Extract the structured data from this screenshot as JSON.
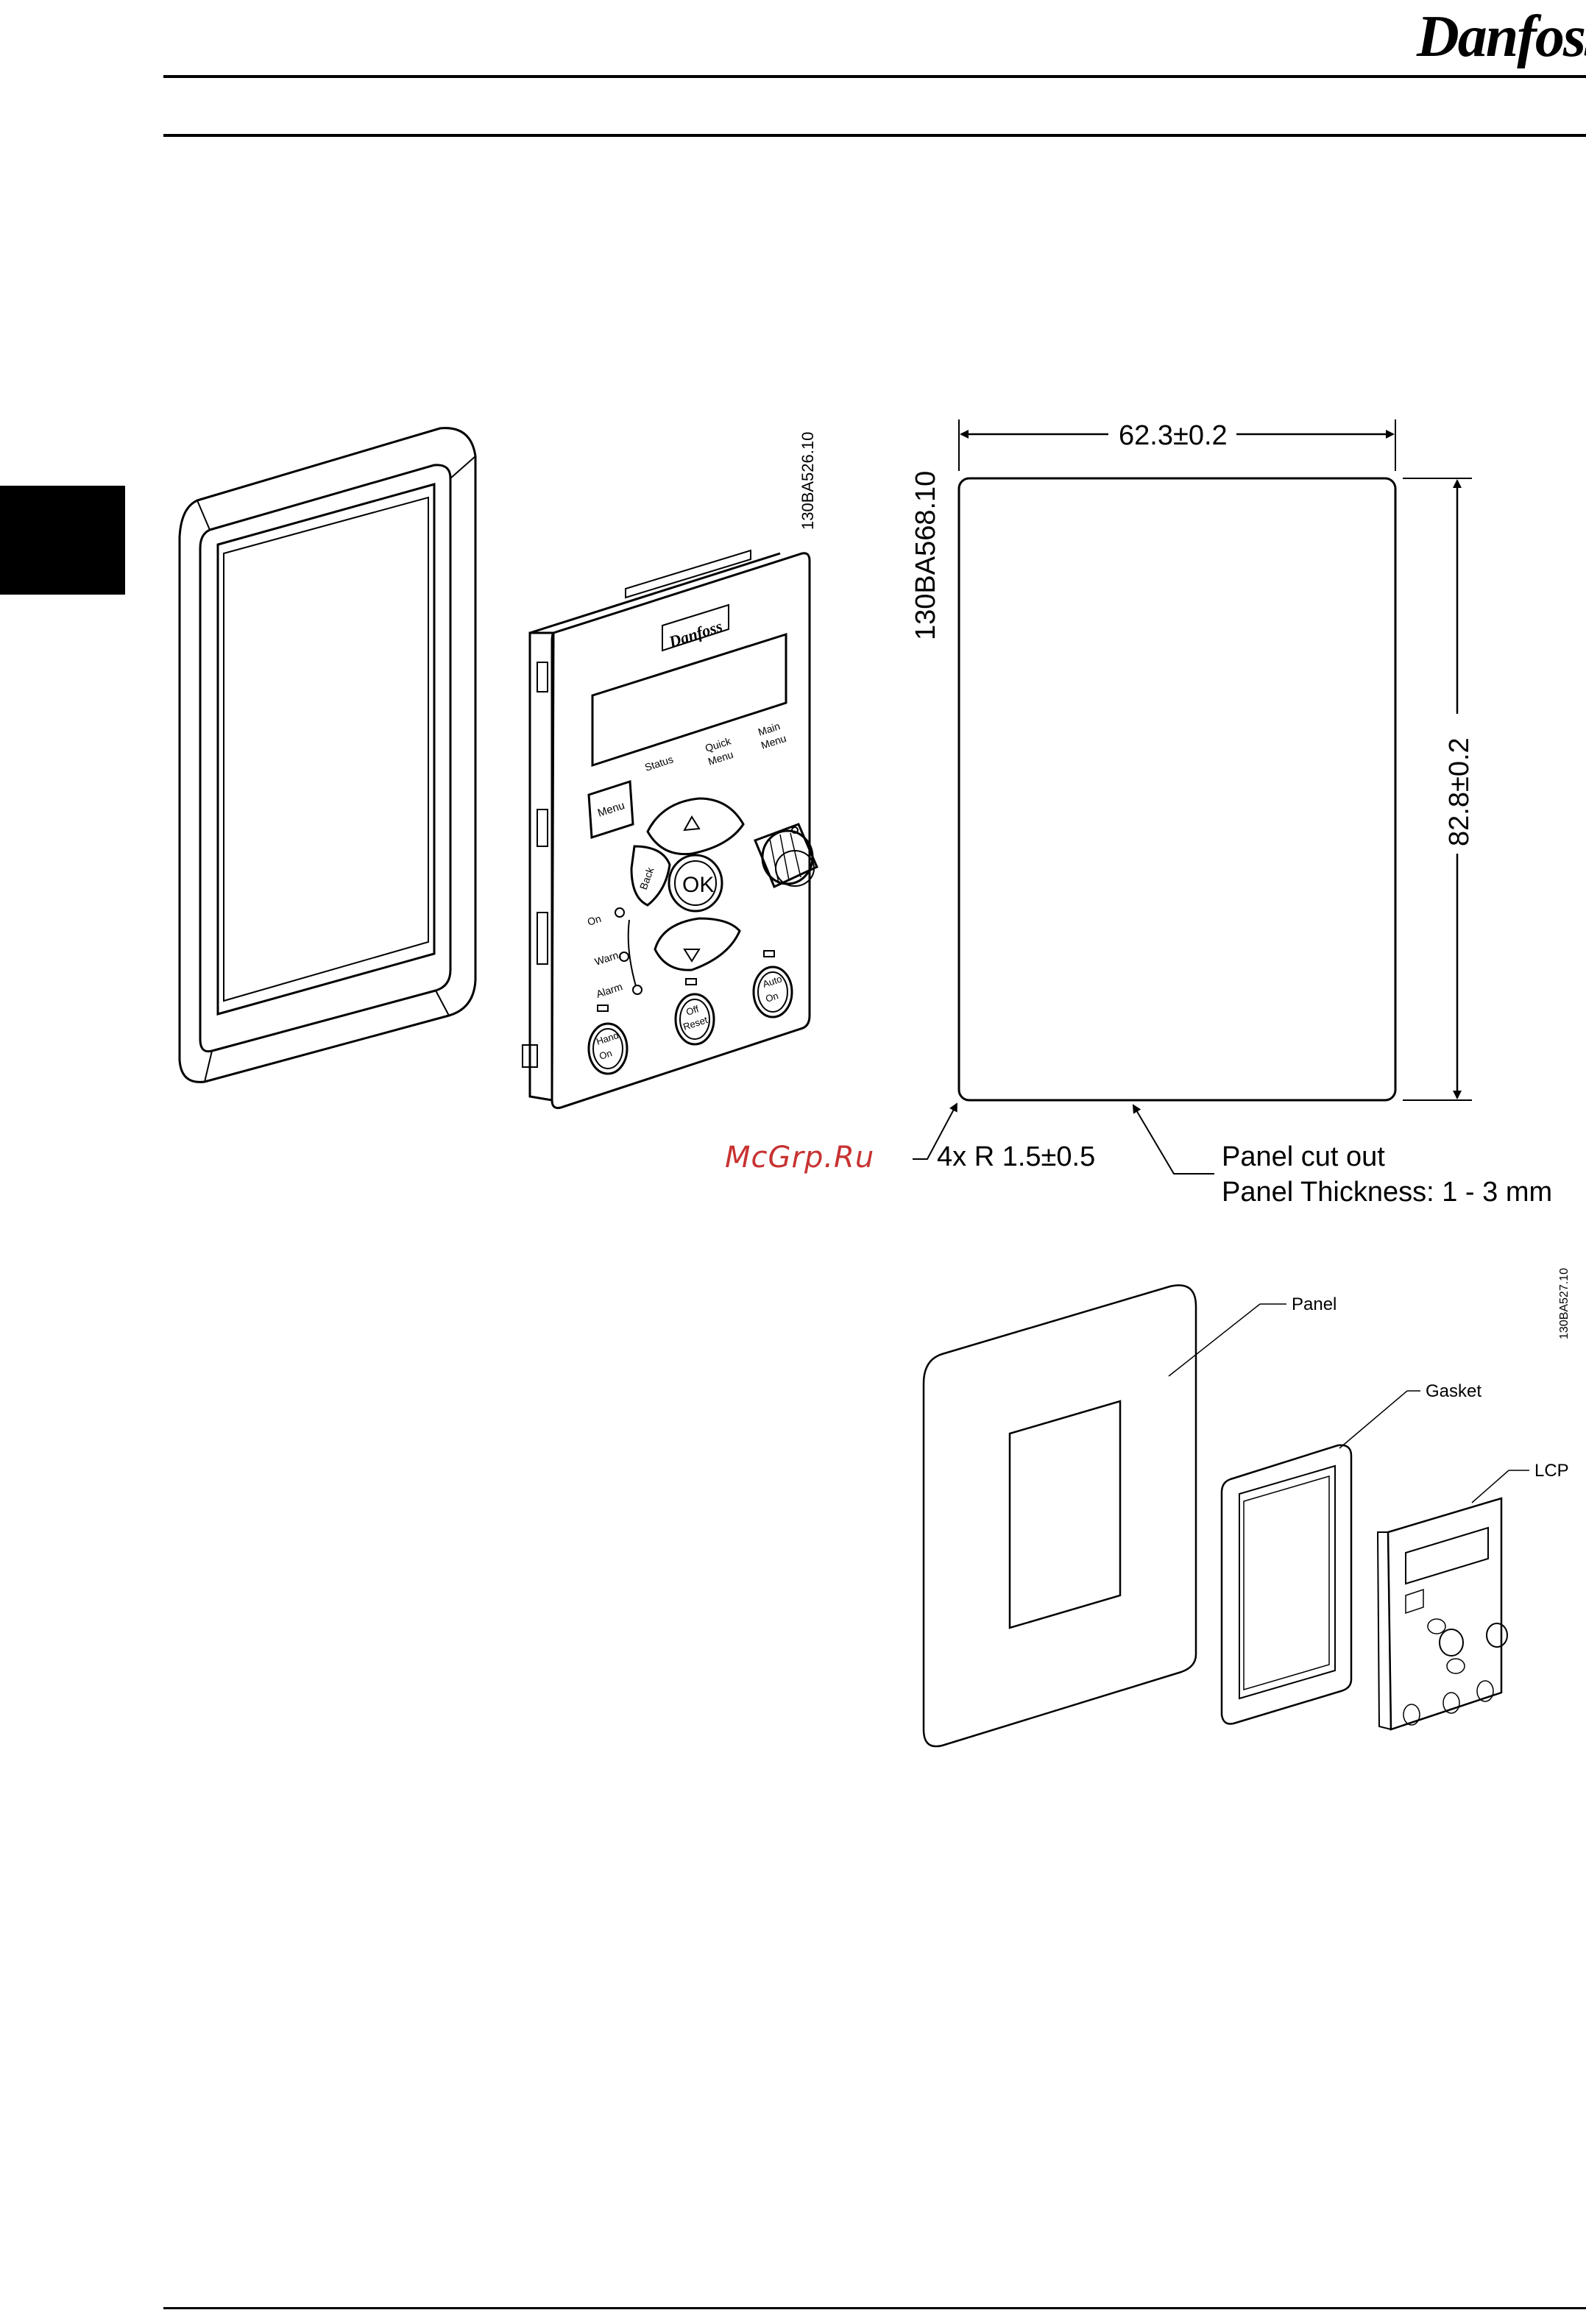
{
  "header": {
    "brand": "Danfoss"
  },
  "watermark": "McGrp.Ru",
  "fig1": {
    "code": "130BA526.10",
    "lcp": {
      "brand": "Danfoss",
      "soft_keys": [
        "Status",
        "Quick",
        "Menu",
        "Main",
        "Menu"
      ],
      "menu_key": "Menu",
      "back_key": "Back",
      "ok_key": "OK",
      "leds": [
        "On",
        "Warn.",
        "Alarm"
      ],
      "hand_key": [
        "Hand",
        "On"
      ],
      "off_key": [
        "Off",
        "Reset"
      ],
      "auto_key": [
        "Auto",
        "On"
      ]
    }
  },
  "fig2": {
    "code": "130BA568.10",
    "width_dim": "62.3±0.2",
    "height_dim": "82.8±0.2",
    "radius_note": "4x R 1.5±0.5",
    "cut_label_1": "Panel cut out",
    "cut_label_2": "Panel Thickness: 1 - 3 mm"
  },
  "fig3": {
    "code": "130BA527.10",
    "labels": {
      "panel": "Panel",
      "gasket": "Gasket",
      "lcp": "LCP"
    }
  }
}
